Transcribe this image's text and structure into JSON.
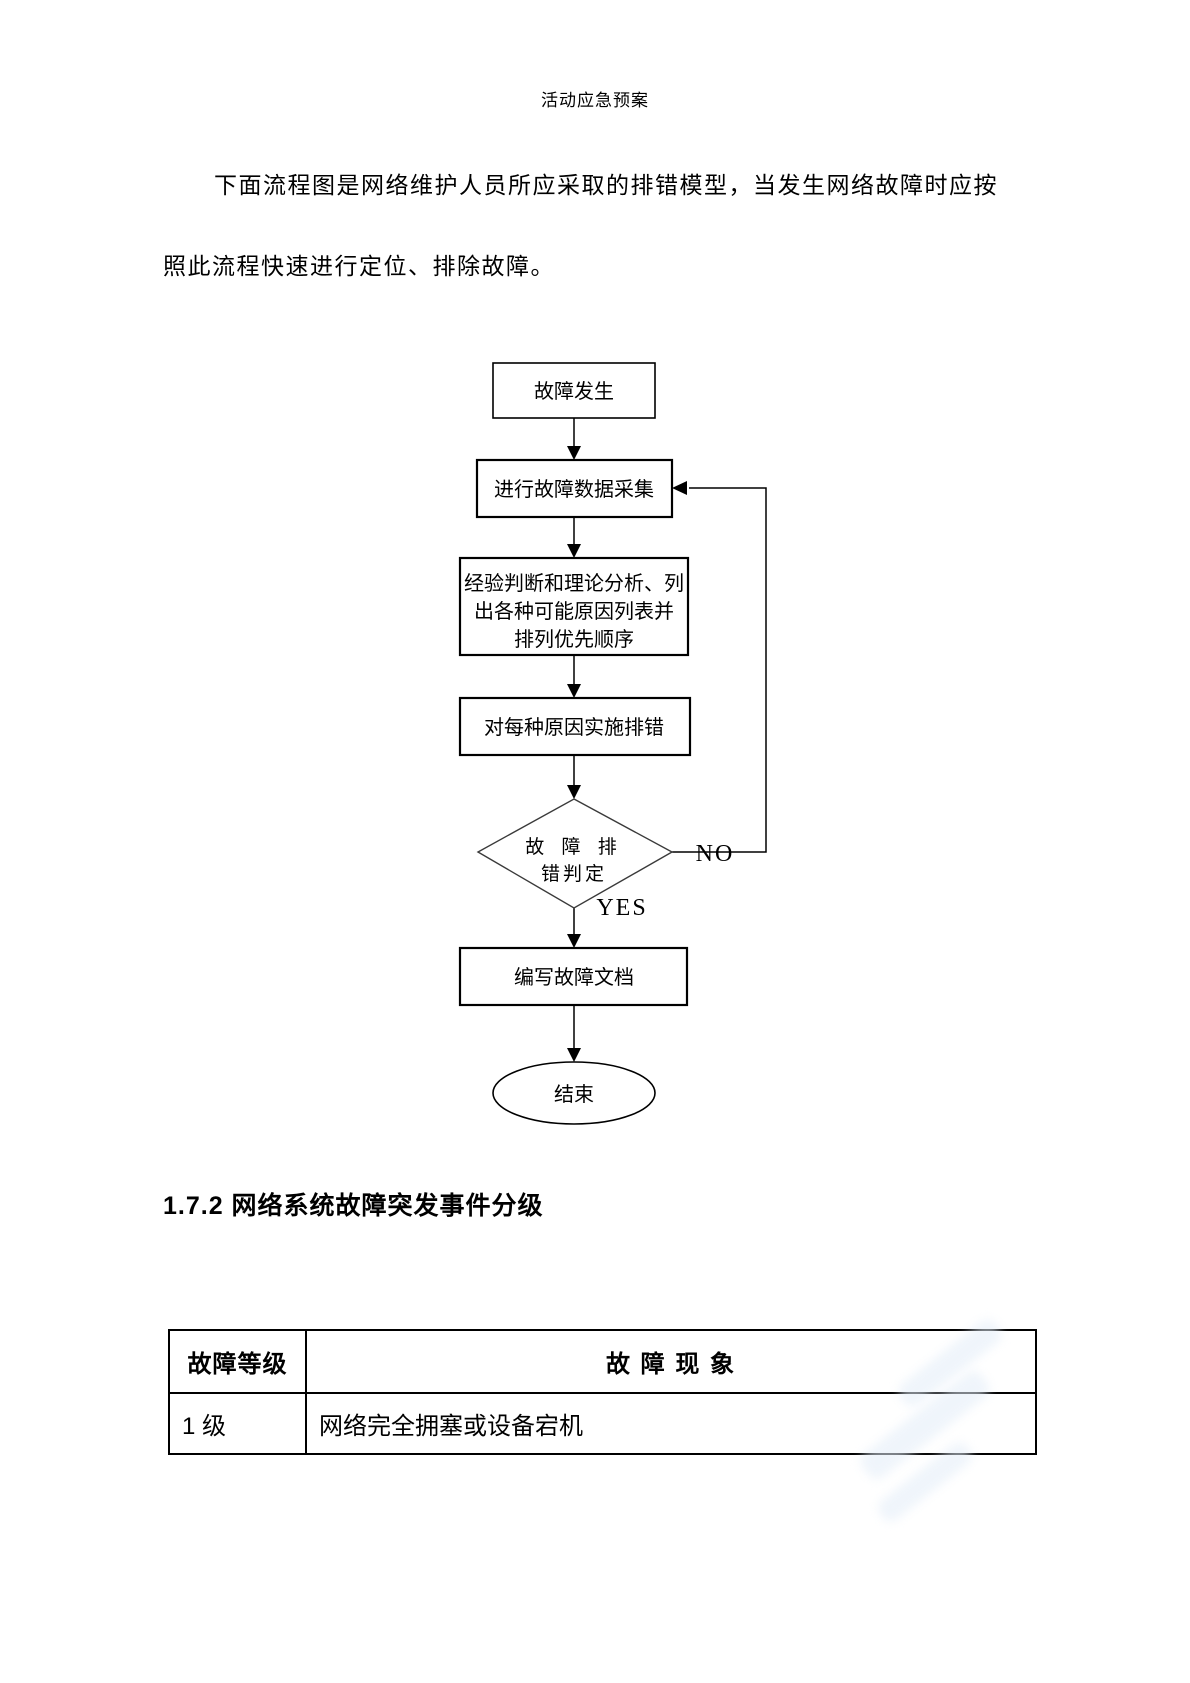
{
  "header": {
    "title": "活动应急预案"
  },
  "intro": {
    "line1": "下面流程图是网络维护人员所应采取的排错模型，当发生网络故障时应按",
    "line2": "照此流程快速进行定位、排除故障。"
  },
  "flowchart": {
    "nodes": {
      "start": {
        "label": "故障发生"
      },
      "collect": {
        "label": "进行故障数据采集"
      },
      "analyze": {
        "lines": [
          "经验判断和理论分析、列",
          "出各种可能原因列表并",
          "排列优先顺序"
        ]
      },
      "execute": {
        "label": "对每种原因实施排错"
      },
      "decision": {
        "lines": [
          "故 障 排",
          "错判定"
        ]
      },
      "document": {
        "label": "编写故障文档"
      },
      "end": {
        "label": "结束"
      }
    },
    "labels": {
      "no": "NO",
      "yes": "YES"
    }
  },
  "section": {
    "heading": "1.7.2 网络系统故障突发事件分级"
  },
  "table": {
    "headers": [
      "故障等级",
      "故 障 现 象"
    ],
    "rows": [
      [
        "1 级",
        "网络完全拥塞或设备宕机"
      ]
    ]
  },
  "colors": {
    "ink": "#000000",
    "page": "#ffffff",
    "watermark": "#dbe7f5"
  }
}
